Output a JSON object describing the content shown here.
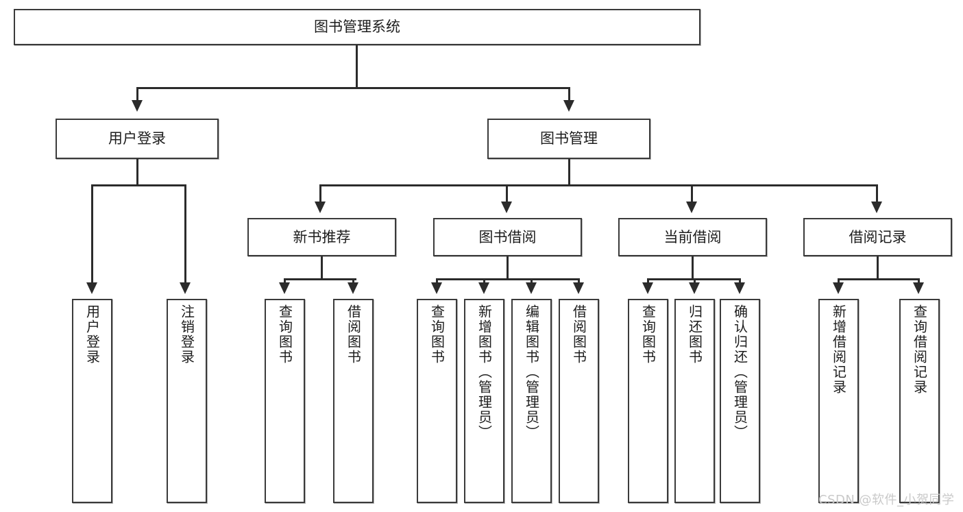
{
  "diagram": {
    "type": "tree",
    "title": "图书管理系统",
    "root": {
      "id": "root",
      "label": "图书管理系统"
    },
    "level2": [
      {
        "id": "user-login",
        "label": "用户登录"
      },
      {
        "id": "book-manage",
        "label": "图书管理"
      }
    ],
    "level3": [
      {
        "id": "new-book-rec",
        "label": "新书推荐",
        "parent": "book-manage"
      },
      {
        "id": "book-borrow",
        "label": "图书借阅",
        "parent": "book-manage"
      },
      {
        "id": "current-borrow",
        "label": "当前借阅",
        "parent": "book-manage"
      },
      {
        "id": "borrow-record",
        "label": "借阅记录",
        "parent": "book-manage"
      }
    ],
    "leaves": [
      {
        "id": "leaf-user-login",
        "label": "用户登录",
        "parent": "user-login"
      },
      {
        "id": "leaf-logout",
        "label": "注销登录",
        "parent": "user-login"
      },
      {
        "id": "leaf-query-book-1",
        "label": "查询图书",
        "parent": "new-book-rec"
      },
      {
        "id": "leaf-borrow-book-1",
        "label": "借阅图书",
        "parent": "new-book-rec"
      },
      {
        "id": "leaf-query-book-2",
        "label": "查询图书",
        "parent": "book-borrow"
      },
      {
        "id": "leaf-add-book",
        "label": "新增图书（管理员）",
        "parent": "book-borrow"
      },
      {
        "id": "leaf-edit-book",
        "label": "编辑图书（管理员）",
        "parent": "book-borrow"
      },
      {
        "id": "leaf-borrow-book-2",
        "label": "借阅图书",
        "parent": "book-borrow"
      },
      {
        "id": "leaf-query-book-3",
        "label": "查询图书",
        "parent": "current-borrow"
      },
      {
        "id": "leaf-return-book",
        "label": "归还图书",
        "parent": "current-borrow"
      },
      {
        "id": "leaf-confirm-return",
        "label": "确认归还（管理员）",
        "parent": "current-borrow"
      },
      {
        "id": "leaf-add-record",
        "label": "新增借阅记录",
        "parent": "borrow-record"
      },
      {
        "id": "leaf-query-record",
        "label": "查询借阅记录",
        "parent": "borrow-record"
      }
    ],
    "colors": {
      "box_border": "#3a3a3a",
      "line": "#2b2b2b",
      "text": "#1d1d1d",
      "background": "#ffffff",
      "watermark": "#c9c9c9"
    }
  },
  "watermark": {
    "text": "CSDN @软件_小贺同学"
  }
}
